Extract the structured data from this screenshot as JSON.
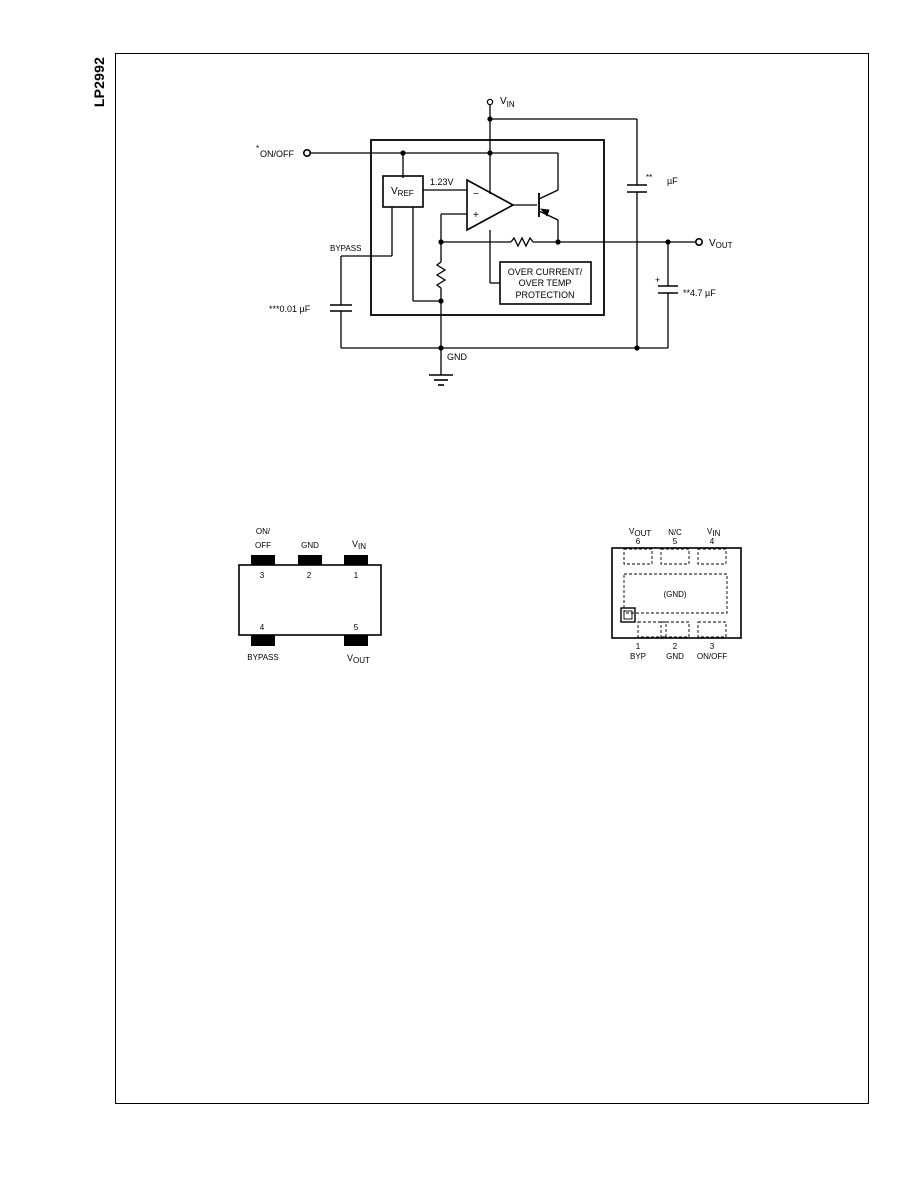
{
  "part_number": "LP2992",
  "block_diagram": {
    "vin_label": "V",
    "vin_sub": "IN",
    "onoff_label": "ON/OFF",
    "onoff_mark": "*",
    "vref_label": "V",
    "vref_sub": "REF",
    "ref_voltage": "1.23V",
    "amp_minus": "−",
    "amp_plus": "+",
    "protection_line1": "OVER CURRENT/",
    "protection_line2": "OVER TEMP",
    "protection_line3": "PROTECTION",
    "bypass_label": "BYPASS",
    "bypass_cap_label": "***0.01 µF",
    "input_cap_mark": "**",
    "input_cap_unit": "µF",
    "output_cap_polarity": "+",
    "output_cap_label": "**4.7 µF",
    "vout_label": "V",
    "vout_sub": "OUT",
    "gnd_label": "GND"
  },
  "sot23_package": {
    "top_pins": [
      {
        "name_line1": "ON/",
        "name_line2": "OFF",
        "number": "3"
      },
      {
        "name_line1": "GND",
        "name_line2": "",
        "number": "2"
      },
      {
        "name_line1": "V",
        "name_sub": "IN",
        "number": "1"
      }
    ],
    "bottom_pins": [
      {
        "name": "BYPASS",
        "number": "4"
      },
      {
        "name": "V",
        "name_sub": "OUT",
        "number": "5"
      }
    ]
  },
  "llp_package": {
    "top_pins": [
      {
        "name": "V",
        "name_sub": "OUT",
        "number": "6"
      },
      {
        "name": "N/C",
        "number": "5"
      },
      {
        "name": "V",
        "name_sub": "IN",
        "number": "4"
      }
    ],
    "center_label": "(GND)",
    "bottom_pins": [
      {
        "number": "1",
        "name": "BYP"
      },
      {
        "number": "2",
        "name": "GND"
      },
      {
        "number": "3",
        "name": "ON/OFF"
      }
    ]
  }
}
